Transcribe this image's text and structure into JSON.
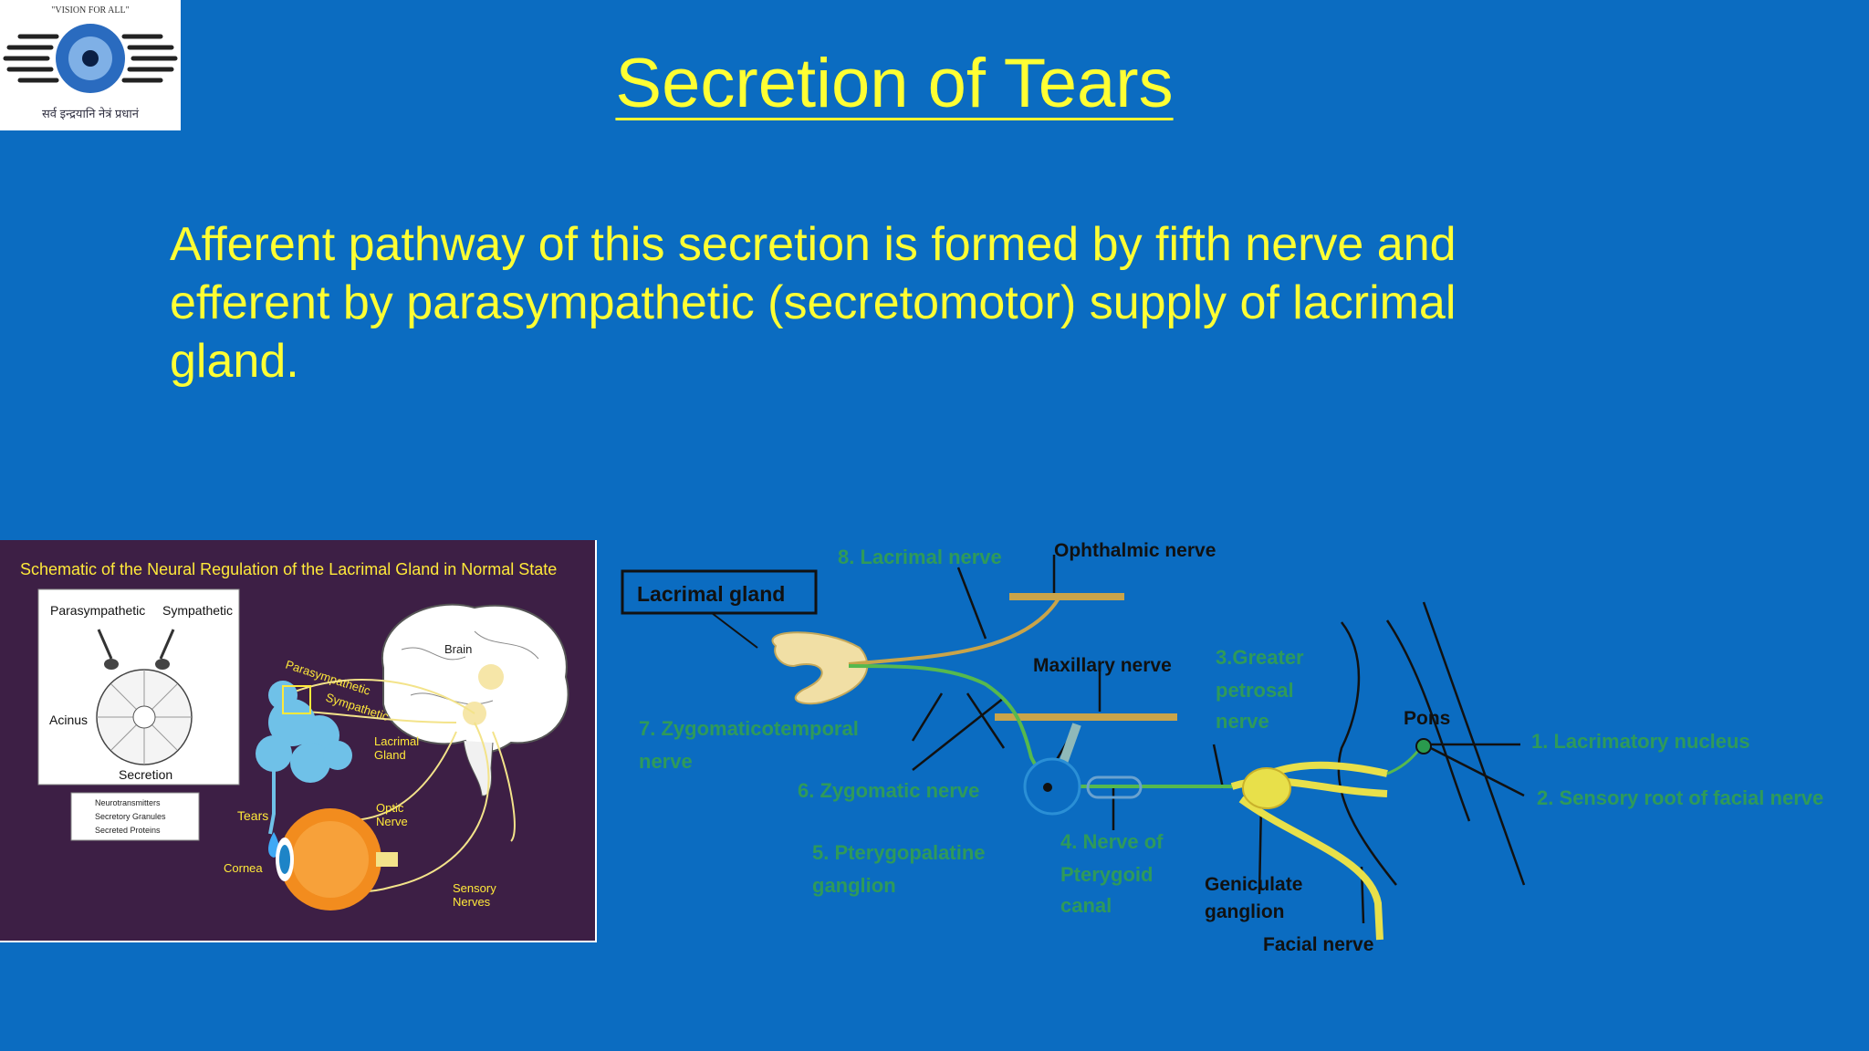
{
  "logo": {
    "motto": "\"VISION FOR ALL\"",
    "tagline": "सर्व इन्द्रयानि नेत्रं प्रधानं"
  },
  "slide": {
    "title": "Secretion of Tears",
    "body": "Afferent pathway of this secretion is formed by fifth nerve and efferent by parasympathetic (secretomotor) supply of lacrimal gland."
  },
  "left_diagram": {
    "heading": "Schematic of the Neural Regulation of the Lacrimal Gland in Normal State",
    "parasympathetic": "Parasympathetic",
    "sympathetic": "Sympathetic",
    "acinus": "Acinus",
    "secretion": "Secretion",
    "legend": [
      "Neurotransmitters",
      "Secretory Granules",
      "Secreted Proteins"
    ],
    "brain": "Brain",
    "parasympathetic_path": "Parasympathetic",
    "sympathetic_path": "Sympathetic",
    "lacrimal_gland_line1": "Lacrimal",
    "lacrimal_gland_line2": "Gland",
    "tears": "Tears",
    "optic_nerve_line1": "Optic",
    "optic_nerve_line2": "Nerve",
    "cornea": "Cornea",
    "sensory_nerves_line1": "Sensory",
    "sensory_nerves_line2": "Nerves"
  },
  "right_diagram": {
    "lacrimal_gland": "Lacrimal gland",
    "ophthalmic_nerve": "Ophthalmic nerve",
    "maxillary_nerve": "Maxillary nerve",
    "pons": "Pons",
    "geniculate_line1": "Geniculate",
    "geniculate_line2": "ganglion",
    "facial_nerve": "Facial nerve",
    "lacrimal_nerve": "8. Lacrimal nerve",
    "greater_petrosal_line1": "3.Greater",
    "greater_petrosal_line2": "petrosal",
    "greater_petrosal_line3": "nerve",
    "zygomaticotemporal_line1": "7. Zygomaticotemporal",
    "zygomaticotemporal_line2": "nerve",
    "zygomatic": "6. Zygomatic nerve",
    "pterygopalatine_line1": "5. Pterygopalatine",
    "pterygopalatine_line2": "ganglion",
    "pterygoid_line1": "4. Nerve of",
    "pterygoid_line2": "Pterygoid",
    "pterygoid_line3": "canal",
    "lacrimatory_nucleus": "1. Lacrimatory nucleus",
    "sensory_root": "2. Sensory root of facial nerve"
  },
  "colors": {
    "background": "#0b6cc1",
    "text_yellow": "#ffff33",
    "faint_green_label": "#2f9a5a",
    "nerve_yellow": "#e8e04a",
    "left_panel_bg": "#3d1f45"
  }
}
